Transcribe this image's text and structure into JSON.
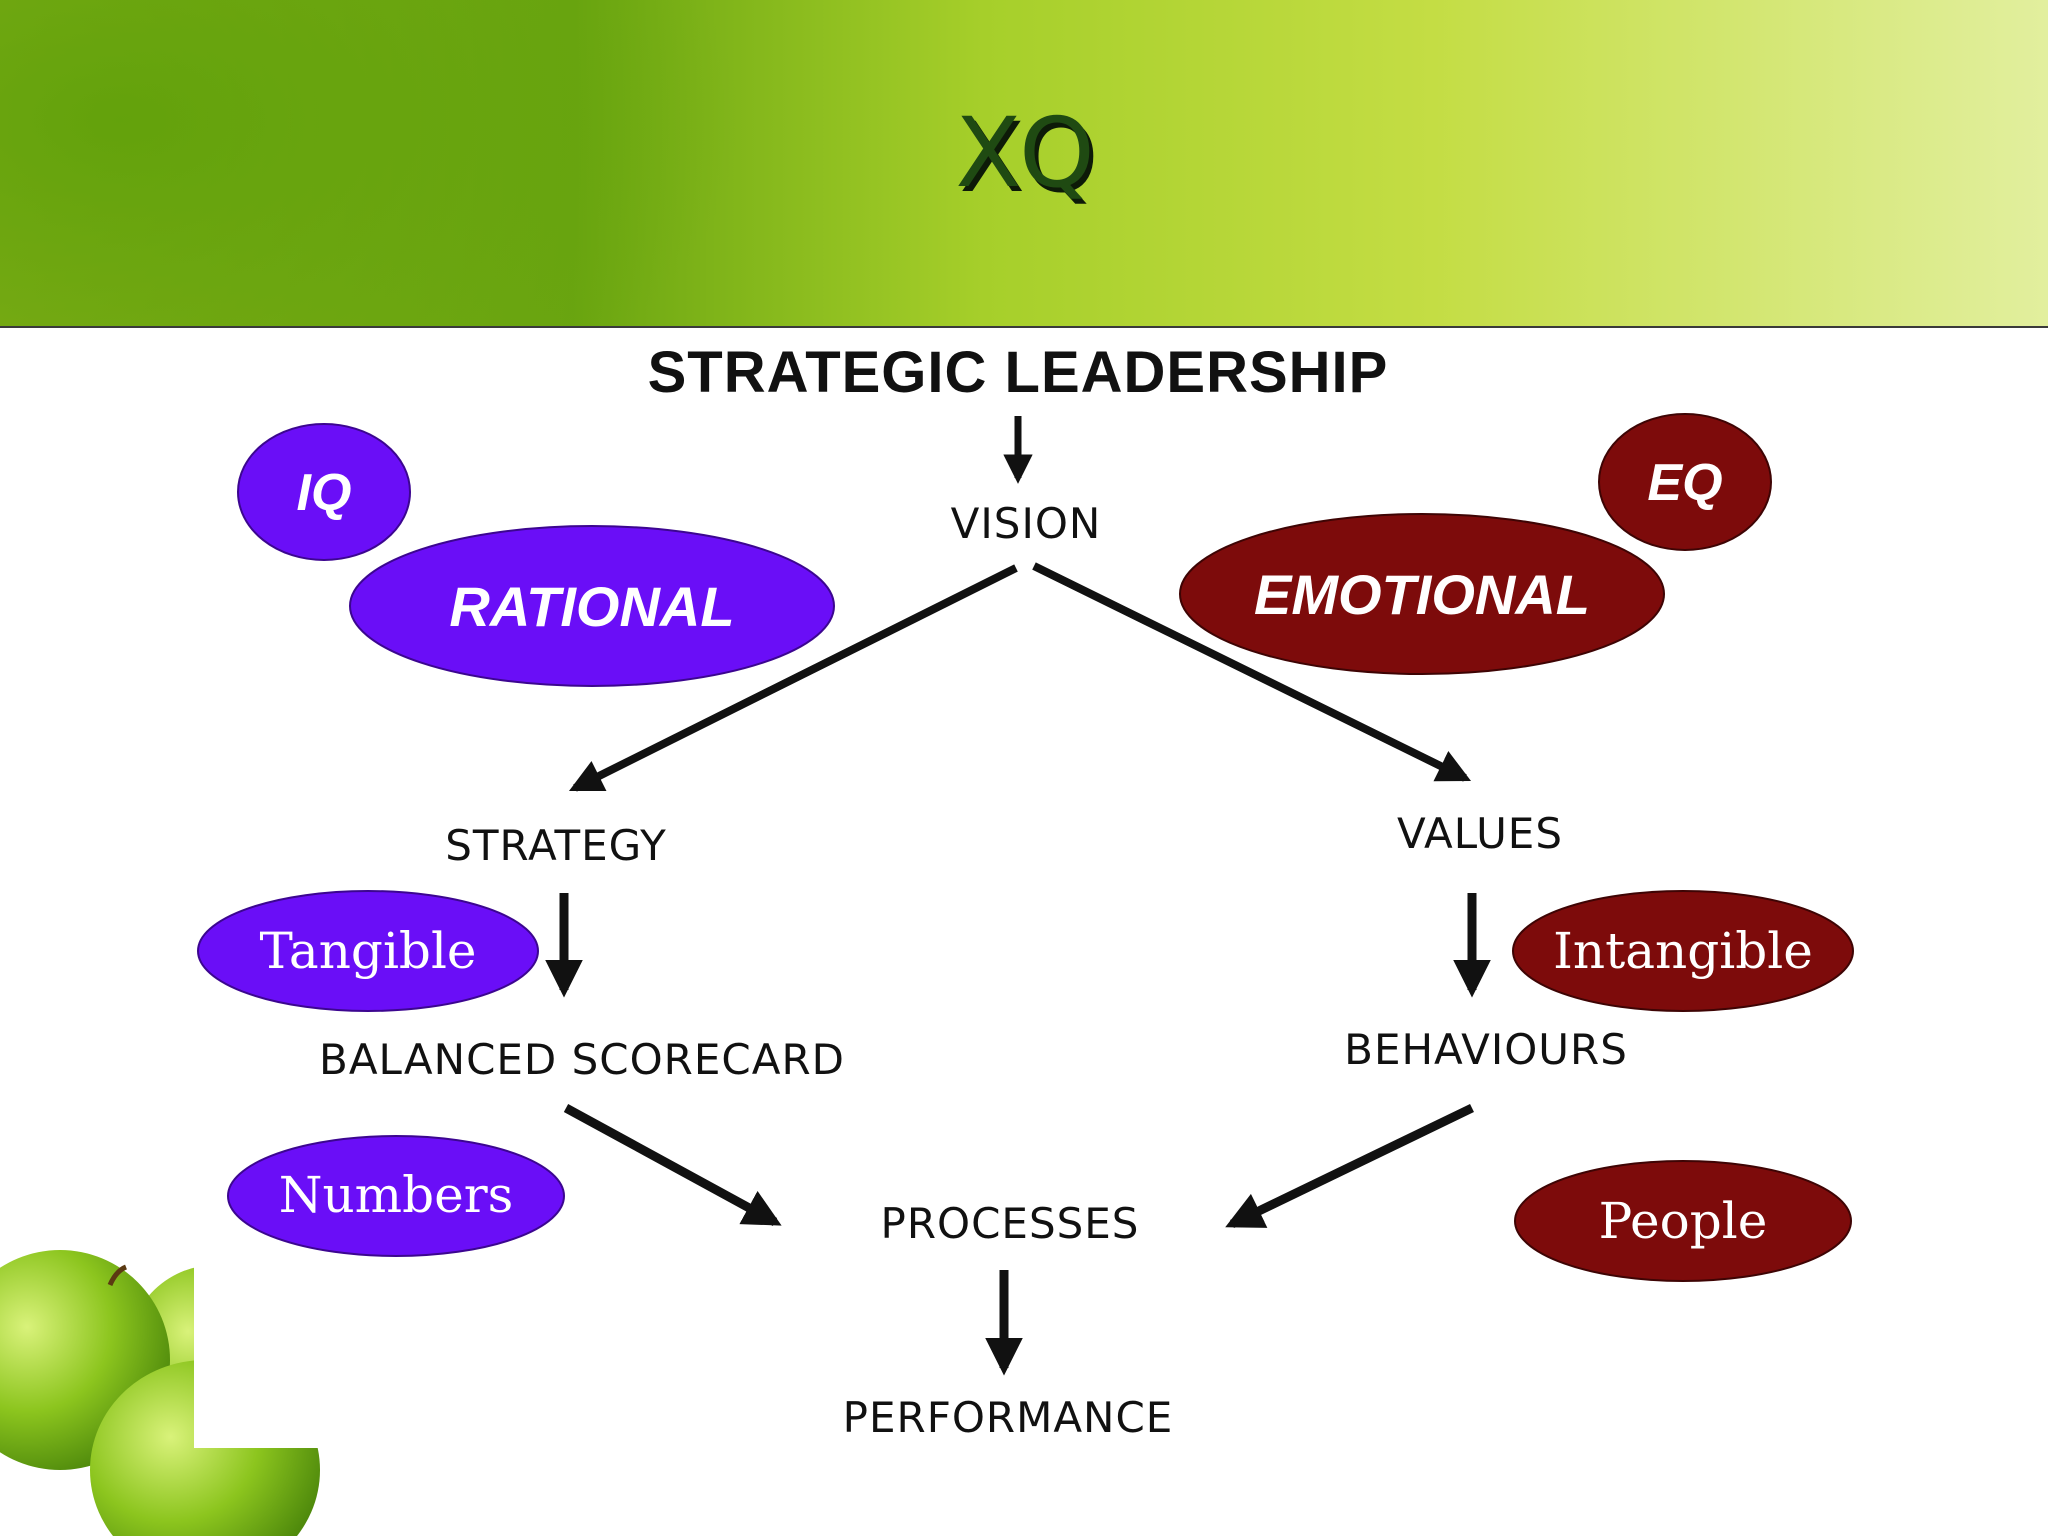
{
  "title": "XQ",
  "diagram": {
    "heading": "STRATEGIC LEADERSHIP",
    "nodes": {
      "vision": "VISION",
      "strategy": "STRATEGY",
      "values": "VALUES",
      "balanced_scorecard": "BALANCED SCORECARD",
      "behaviours": "BEHAVIOURS",
      "processes": "PROCESSES",
      "performance": "PERFORMANCE"
    },
    "bubbles": {
      "iq": "IQ",
      "rational": "RATIONAL",
      "eq": "EQ",
      "emotional": "EMOTIONAL",
      "tangible": "Tangible",
      "intangible": "Intangible",
      "numbers": "Numbers",
      "people": "People"
    }
  },
  "colors": {
    "rational_side": "#6a0ef7",
    "emotional_side": "#7d0b0b",
    "header_green": "#7fb21a",
    "arrow": "#111111"
  }
}
